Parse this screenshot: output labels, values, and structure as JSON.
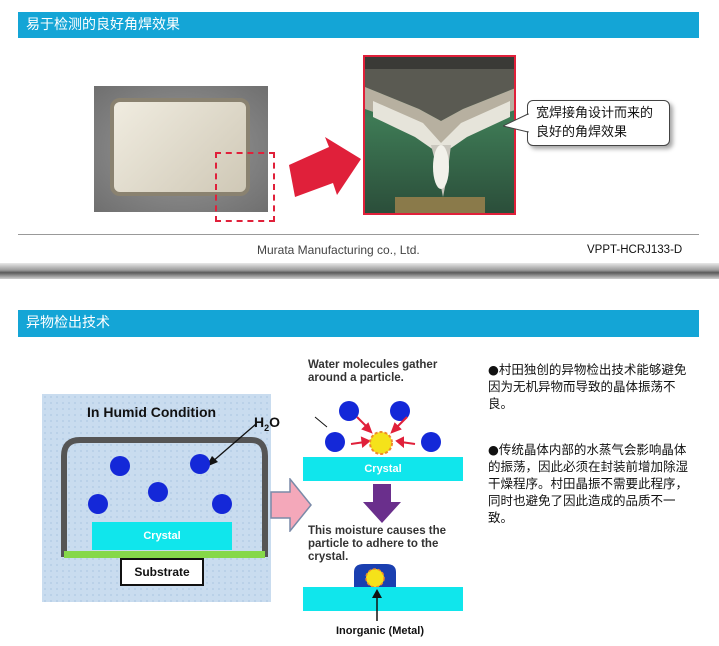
{
  "top": {
    "banner_title": "易于检测的良好角焊效果",
    "callout_line1": "宽焊接角设计而来的",
    "callout_line2": "良好的角焊效果",
    "footer_company": "Murata Manufacturing co., Ltd.",
    "footer_code": "VPPT-HCRJ133-D"
  },
  "bottom": {
    "banner_title": "异物检出技术",
    "humid_title": "In Humid Condition",
    "h2o_label_main": "H",
    "h2o_label_sub": "2",
    "h2o_label_end": "O",
    "crystal_label": "Crystal",
    "substrate_label": "Substrate",
    "water_note_line1": "Water molecules gather",
    "water_note_line2": "around a particle.",
    "adhere_note_line1": "This moisture causes the",
    "adhere_note_line2": "particle to adhere to the",
    "adhere_note_line3": "crystal.",
    "inorganic_label": "Inorganic (Metal)",
    "bullet1": "●村田独创的异物检出技术能够避免因为无机异物而导致的晶体振荡不良。",
    "bullet2": "●传统晶体内部的水蒸气会影响晶体的振荡，因此必须在封装前增加除湿干燥程序。村田晶振不需要此程序，同时也避免了因此造成的品质不一致。"
  },
  "colors": {
    "banner": "#14a5d6",
    "highlight_red": "#e0203a",
    "crystal_cyan": "#10e6ec",
    "molecule_blue": "#1428d8",
    "down_arrow_purple": "#6a2f8c",
    "particle_yellow": "#f5e21a"
  }
}
